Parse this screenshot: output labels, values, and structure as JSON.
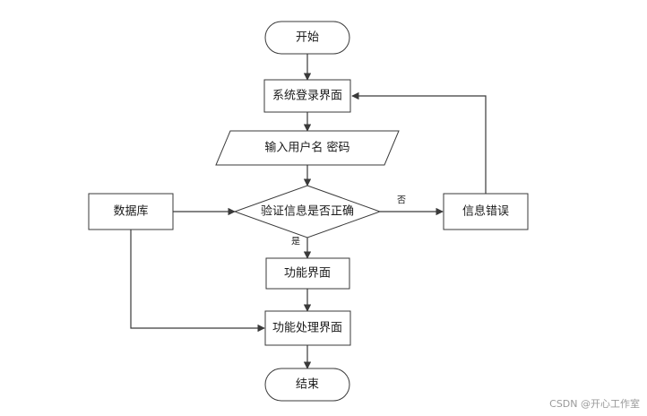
{
  "diagram": {
    "nodes": {
      "start": "开始",
      "login": "系统登录界面",
      "input": "输入用户名 密码",
      "database": "数据库",
      "verify": "验证信息是否正确",
      "error": "信息错误",
      "feature": "功能界面",
      "processing": "功能处理界面",
      "end": "结束"
    },
    "edge_labels": {
      "no": "否",
      "yes": "是"
    }
  },
  "watermark": "CSDN @开心工作室"
}
